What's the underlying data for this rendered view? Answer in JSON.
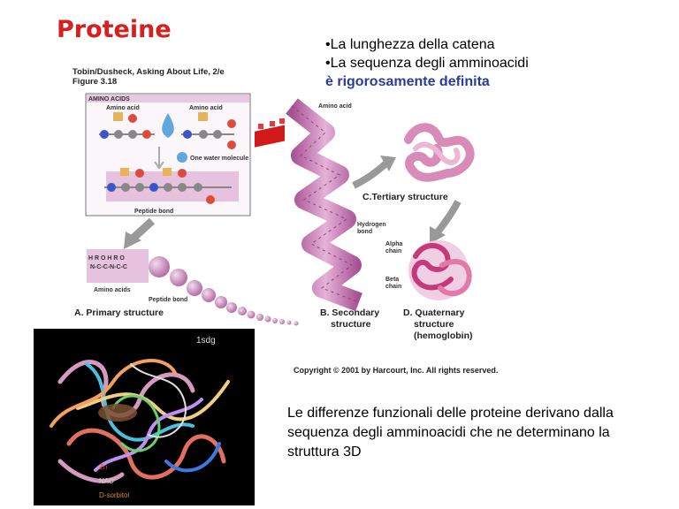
{
  "slide": {
    "title": "Proteine",
    "bullets": [
      "•La lunghezza della catena",
      "•La sequenza degli amminoacidi"
    ],
    "bullet_highlight": "è rigorosamente definita",
    "bottom_text": "Le differenze funzionali delle proteine derivano dalla sequenza degli amminoacidi che ne determinano la struttura 3D"
  },
  "figure": {
    "credit_line1": "Tobin/Dusheck, Asking About Life, 2/e",
    "credit_line2": "Figure 3.18",
    "amino_acids_header": "AMINO ACIDS",
    "amino_acid_label": "Amino acid",
    "water_label": "One water molecule",
    "peptide_bond_label": "Peptide bond",
    "amino_acids_label": "Amino acids",
    "primary": "A. Primary structure",
    "secondary_1": "B. Secondary",
    "secondary_2": "structure",
    "tertiary": "C.Tertiary structure",
    "quaternary_1": "D. Quaternary",
    "quaternary_2": "structure",
    "quaternary_3": "(hemoglobin)",
    "hydrogen_bond_1": "Hydrogen",
    "hydrogen_bond_2": "bond",
    "alpha_chain_1": "Alpha",
    "alpha_chain_2": "chain",
    "beta_chain_1": "Beta",
    "beta_chain_2": "chain",
    "copyright": "Copyright © 2001 by Harcourt, Inc. All rights reserved."
  },
  "render": {
    "pdb_id": "1sdg",
    "legend": [
      "Zn",
      "NAD",
      "D-sorbitol"
    ],
    "legend_colors": [
      "#e0452a",
      "#cccccc",
      "#e08a1a"
    ]
  },
  "colors": {
    "title": "#d61f1f",
    "highlight": "#2a3ba0",
    "ribbon": "#d69ac0"
  }
}
